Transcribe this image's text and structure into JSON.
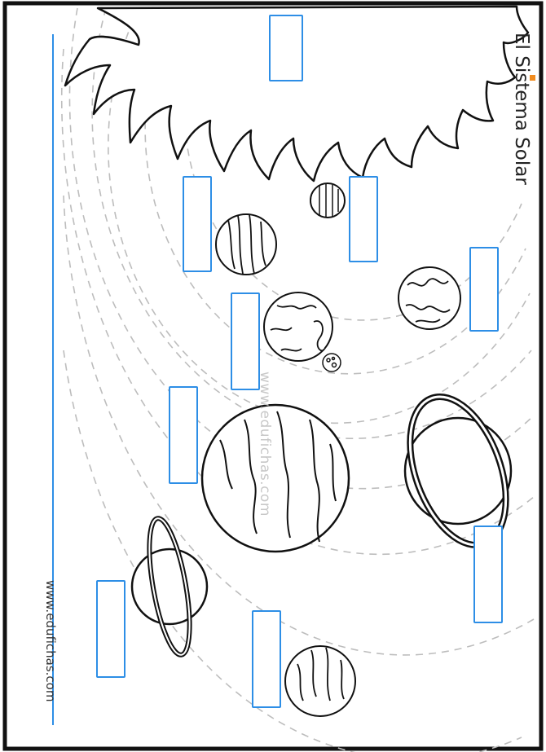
{
  "worksheet": {
    "title": "El Sistema Solar",
    "footer_url": "www.edufichas.com",
    "watermark": "www.edufichas.com",
    "accent_color": "#2d8ee6",
    "sun_color": "#ffffff",
    "orbit_color": "#bdbdbd",
    "icons": [
      "sun-icon",
      "mercury-icon",
      "venus-icon",
      "earth-icon",
      "moon-icon",
      "mars-icon",
      "jupiter-icon",
      "saturn-icon",
      "uranus-icon",
      "neptune-icon"
    ],
    "answer_boxes": 9
  }
}
